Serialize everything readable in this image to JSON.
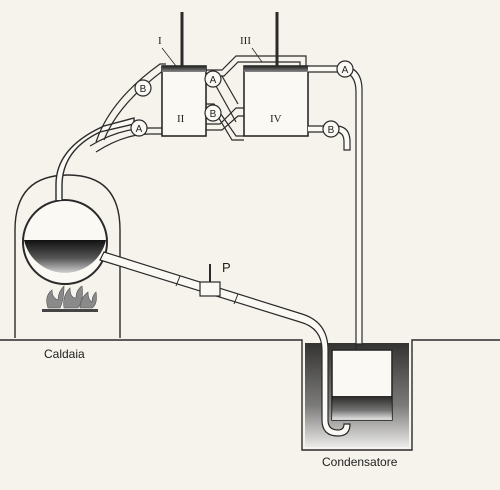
{
  "labels": {
    "caldaia": "Caldaia",
    "condensatore": "Condensatore",
    "p": "P"
  },
  "cylinders": {
    "first_top": "I",
    "first_bottom": "II",
    "second_top": "III",
    "second_bottom": "IV"
  },
  "valves": {
    "a": "A",
    "b": "B"
  },
  "colors": {
    "line": "#2a2a2a",
    "paper": "#f6f3ec",
    "pipe_fill": "#fbf9f4",
    "shade_dark": "#1a1a1a",
    "flame": "#8a8a8a"
  }
}
